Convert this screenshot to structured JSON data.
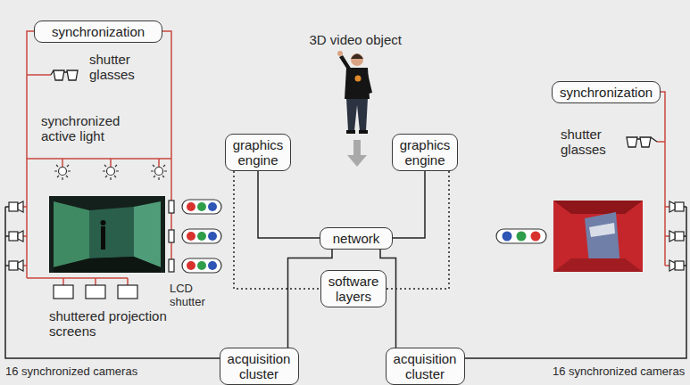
{
  "diagram": {
    "nodes": [
      {
        "text": [
          "synchronization"
        ]
      },
      {
        "text": [
          "synchronization"
        ]
      },
      {
        "text": [
          "graphics engine"
        ]
      },
      {
        "text": [
          "graphics engine"
        ]
      },
      {
        "text": [
          "network"
        ]
      },
      {
        "text": [
          "software layers"
        ]
      },
      {
        "text": [
          "acquisition cluster"
        ]
      },
      {
        "text": [
          "acquisition cluster"
        ]
      }
    ],
    "edges": [
      {
        "from": 2,
        "to": 4,
        "arrow": "none"
      },
      {
        "from": 3,
        "to": 4,
        "arrow": "none"
      },
      {
        "from": 6,
        "to": 4,
        "arrow": "none"
      },
      {
        "from": 7,
        "to": 4,
        "arrow": "none"
      },
      {
        "from": 2,
        "to": 5,
        "arrow": "none"
      },
      {
        "from": 3,
        "to": 5,
        "arrow": "none"
      }
    ],
    "labels": [
      "3D video object",
      "shutter glasses",
      "synchronized active light",
      "shutter glasses",
      "LCD shutter",
      "shuttered projection screens",
      "16 synchronized cameras",
      "16 synchronized cameras"
    ]
  }
}
